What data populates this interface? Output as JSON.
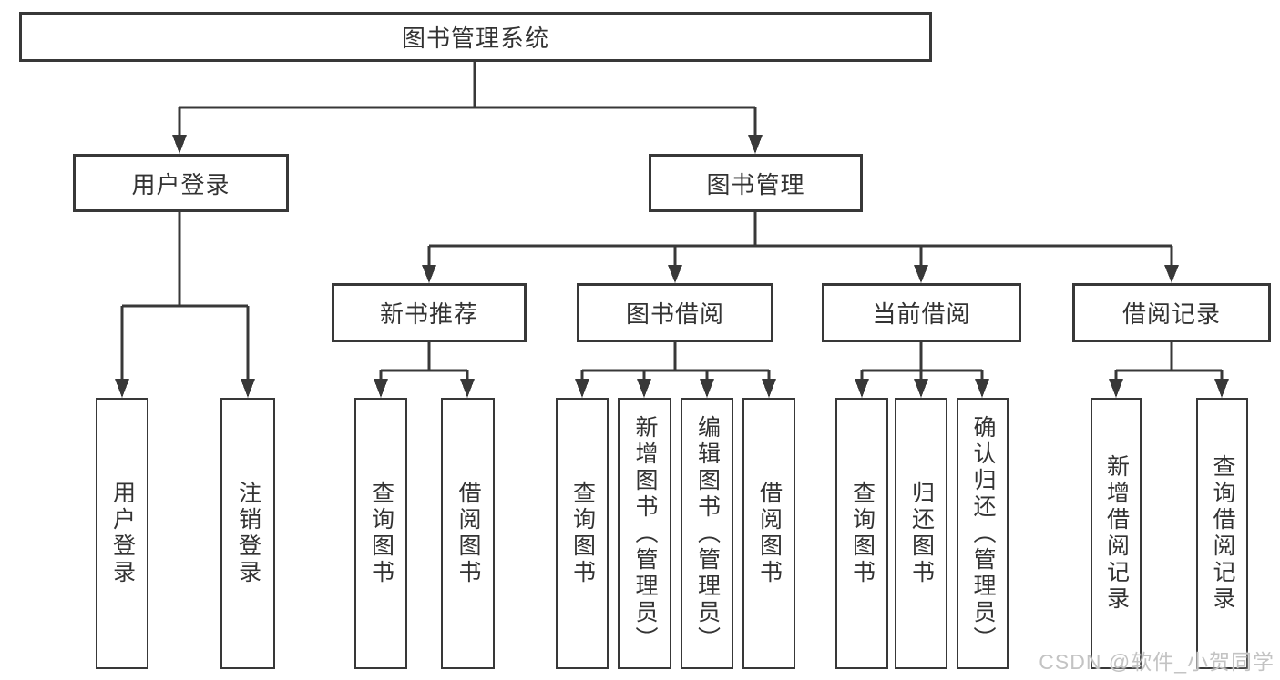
{
  "diagram": {
    "root": {
      "label": "图书管理系统"
    },
    "level2": [
      {
        "label": "用户登录"
      },
      {
        "label": "图书管理"
      }
    ],
    "level3": [
      {
        "label": "新书推荐",
        "parent": "图书管理"
      },
      {
        "label": "图书借阅",
        "parent": "图书管理"
      },
      {
        "label": "当前借阅",
        "parent": "图书管理"
      },
      {
        "label": "借阅记录",
        "parent": "图书管理"
      }
    ],
    "leaves": [
      {
        "label": "用户登录",
        "parent": "用户登录"
      },
      {
        "label": "注销登录",
        "parent": "用户登录"
      },
      {
        "label": "查询图书",
        "parent": "新书推荐"
      },
      {
        "label": "借阅图书",
        "parent": "新书推荐"
      },
      {
        "label": "查询图书",
        "parent": "图书借阅"
      },
      {
        "label": "新增图书（管理员）",
        "parent": "图书借阅"
      },
      {
        "label": "编辑图书（管理员）",
        "parent": "图书借阅"
      },
      {
        "label": "借阅图书",
        "parent": "图书借阅"
      },
      {
        "label": "查询图书",
        "parent": "当前借阅"
      },
      {
        "label": "归还图书",
        "parent": "当前借阅"
      },
      {
        "label": "确认归还（管理员）",
        "parent": "当前借阅"
      },
      {
        "label": "新增借阅记录",
        "parent": "借阅记录"
      },
      {
        "label": "查询借阅记录",
        "parent": "借阅记录"
      }
    ]
  },
  "watermark": {
    "text": "CSDN @软件_小贺同学"
  },
  "colors": {
    "line": "#383838",
    "text": "#333333",
    "background": "#ffffff",
    "watermark": "#c3c3c3"
  }
}
